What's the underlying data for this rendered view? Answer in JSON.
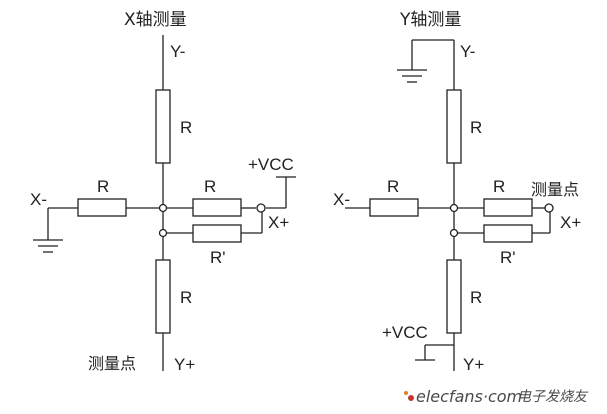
{
  "diagram": {
    "left": {
      "title": "X轴测量",
      "top_terminal": "Y-",
      "bottom_terminal": "Y+",
      "left_terminal": "X-",
      "right_terminal": "X+",
      "supply": "+VCC",
      "measure_point": "测量点",
      "resistor_top": "R",
      "resistor_left": "R",
      "resistor_right_upper": "R",
      "resistor_right_lower": "R'",
      "resistor_bottom": "R"
    },
    "right": {
      "title": "Y轴测量",
      "top_terminal": "Y-",
      "bottom_terminal": "Y+",
      "left_terminal": "X-",
      "right_terminal": "X+",
      "supply": "+VCC",
      "measure_point": "测量点",
      "resistor_top": "R",
      "resistor_left": "R",
      "resistor_right_upper": "R",
      "resistor_right_lower": "R'",
      "resistor_bottom": "R"
    }
  },
  "watermark": {
    "site": "elecfans",
    "dot": "·",
    "tld": "com",
    "cn": "电子发烧友"
  }
}
